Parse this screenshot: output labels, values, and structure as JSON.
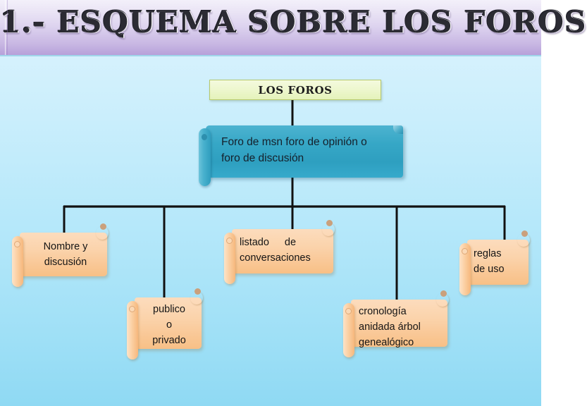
{
  "slide": {
    "title": "1.- ESQUEMA SOBRE LOS FOROS",
    "background_color": "#b6e8fa",
    "title_bar_color": "#c8b7e3"
  },
  "diagram": {
    "root": {
      "label": "LOS FOROS",
      "fill_color": "#eef7cf",
      "border_color": "#b6c86a"
    },
    "level2": {
      "line1": "Foro de msn foro de opinión o",
      "line2": "foro de discusión",
      "fill_color": "#36a7c6"
    },
    "leaves": [
      {
        "name": "nombre-y-discusion",
        "line1": "Nombre y",
        "line2": "discusión",
        "line3": "",
        "fill_color": "#fbd3ab"
      },
      {
        "name": "publico-o-privado",
        "line1": "publico",
        "line2": "o",
        "line3": "privado",
        "fill_color": "#fbd3ab"
      },
      {
        "name": "listado-de-conversaciones",
        "line1": "listado",
        "line1b": "de",
        "line2": "conversaciones",
        "line3": "",
        "fill_color": "#fbd3ab"
      },
      {
        "name": "cronologia-anidada-arbol-genealogico",
        "line1": "cronología",
        "line2": "anidada árbol",
        "line3": "genealógico",
        "fill_color": "#fbd3ab"
      },
      {
        "name": "reglas-de-uso",
        "line1": "reglas",
        "line2": "de uso",
        "line3": "",
        "fill_color": "#fbd3ab"
      }
    ],
    "connector_color": "#111111"
  }
}
